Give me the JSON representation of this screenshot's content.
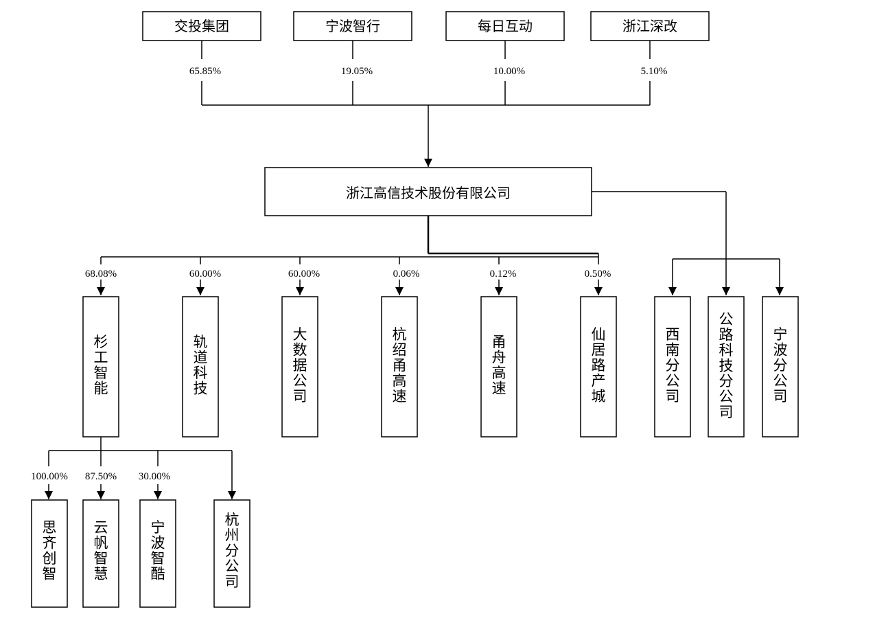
{
  "shareholders": [
    {
      "name": "交投集团",
      "pct": "65.85%"
    },
    {
      "name": "宁波智行",
      "pct": "19.05%"
    },
    {
      "name": "每日互动",
      "pct": "10.00%"
    },
    {
      "name": "浙江深改",
      "pct": "5.10%"
    }
  ],
  "company": {
    "name": "浙江高信技术股份有限公司"
  },
  "subsidiaries": [
    {
      "name": "杉工智能",
      "pct": "68.08%"
    },
    {
      "name": "轨道科技",
      "pct": "60.00%"
    },
    {
      "name": "大数据公司",
      "pct": "60.00%"
    },
    {
      "name": "杭绍甬高速",
      "pct": "0.06%"
    },
    {
      "name": "甬舟高速",
      "pct": "0.12%"
    },
    {
      "name": "仙居路产城",
      "pct": "0.50%"
    }
  ],
  "branches": [
    {
      "name": "西南分公司"
    },
    {
      "name": "公路科技分公司"
    },
    {
      "name": "宁波分公司"
    }
  ],
  "sub_subsidiaries": [
    {
      "name": "思齐创智",
      "pct": "100.00%"
    },
    {
      "name": "云帆智慧",
      "pct": "87.50%"
    },
    {
      "name": "宁波智酷",
      "pct": "30.00%"
    },
    {
      "name": "杭州分公司",
      "pct": ""
    }
  ]
}
